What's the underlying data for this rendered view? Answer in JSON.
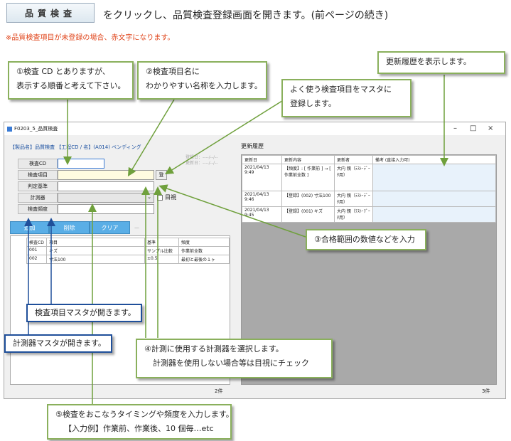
{
  "header": {
    "button_label": "品質検査",
    "instruction": "をクリックし、品質検査登録画面を開きます。(前ページの続き)",
    "note": "※品質検査項目が未登録の場合、赤文字になります。"
  },
  "callouts": {
    "c1_line1": "①検査 CD とありますが、",
    "c1_line2": "表示する順番と考えて下さい。",
    "c2_line1": "②検査項目名に",
    "c2_line2": "わかりやすい名称を入力します。",
    "c_master_line1": "よく使う検査項目をマスタに",
    "c_master_line2": "登録します。",
    "c_history": "更新履歴を表示します。",
    "c3": "③合格範囲の数値などを入力",
    "c_item_master": "検査項目マスタが開きます。",
    "c_instrument_master": "計測器マスタが開きます。",
    "c4_line1": "④計測に使用する計測器を選択します。",
    "c4_line2": "計測器を使用しない場合等は目視にチェック",
    "c5_line1": "⑤検査をおこなうタイミングや頻度を入力します。",
    "c5_line2": "【入力例】作業前、作業後、10 個毎…etc"
  },
  "window": {
    "title": "F0203_5_品質検査",
    "controls": [
      "–",
      "□",
      "×"
    ],
    "breadcrumb": "【製品名】品質検査 【工程CD / 名】(A014) ベンディング",
    "meta_line1": "登録日：----/--/--",
    "meta_line2": "更新日：----/--/--",
    "form": {
      "code_label": "検査CD",
      "item_label": "検査項目",
      "item_master_button": "登",
      "standard_label": "判定基準",
      "instrument_label": "計測器",
      "visual_label": "目視",
      "frequency_label": "検査頻度"
    },
    "buttons": {
      "add": "追加",
      "delete": "削除",
      "clear": "クリア"
    },
    "list": {
      "headers": [
        "検査CD",
        "項目",
        "基準",
        "頻度"
      ],
      "rows": [
        [
          "001",
          "キズ",
          "サンプル比較",
          "作業前全数"
        ],
        [
          "002",
          "寸法100",
          "±0.5",
          "最初と最後の１ヶ"
        ]
      ],
      "count": "2件"
    },
    "history": {
      "title": "更新履歴",
      "headers": [
        "更新日",
        "更新内容",
        "更新者",
        "備考 (直接入力可)"
      ],
      "rows": [
        [
          "2021/04/13 9:49",
          "【頻度】: [ 作業前 ] → [ 作業前全数 ]",
          "大内 親（ﾃｽﾄ･ﾃﾞｰﾀ用）",
          ""
        ],
        [
          "2021/04/13 9:46",
          "【登録】(002) 寸法100",
          "大内 親（ﾃｽﾄ･ﾃﾞｰﾀ用）",
          ""
        ],
        [
          "2021/04/13 9:45",
          "【登録】(001) キズ",
          "大内 親（ﾃｽﾄ･ﾃﾞｰﾀ用）",
          ""
        ]
      ],
      "count": "3件"
    }
  },
  "colors": {
    "callout_border": "#8ab05c",
    "arrow_blue": "#1f4f9a",
    "arrow_green": "#6fa03c",
    "button_blue": "#5aaee6",
    "note_red": "#e0451b"
  }
}
